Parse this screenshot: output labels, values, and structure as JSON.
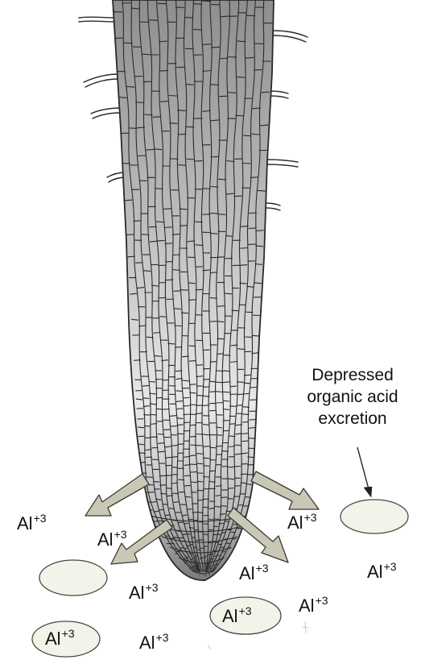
{
  "annotation": {
    "lines": [
      "Depressed",
      "organic acid",
      "excretion"
    ]
  },
  "ion": {
    "symbol": "Al",
    "charge": "+3"
  },
  "ions_free": [
    {
      "id": "ion-1"
    },
    {
      "id": "ion-2"
    },
    {
      "id": "ion-3"
    },
    {
      "id": "ion-4"
    },
    {
      "id": "ion-5"
    },
    {
      "id": "ion-6"
    },
    {
      "id": "ion-7"
    },
    {
      "id": "ion-8"
    }
  ],
  "ions_circled": [
    {
      "id": "ion-9"
    },
    {
      "id": "ion-10"
    }
  ],
  "colors": {
    "outline": "#2a2a2a",
    "root_top": "#8e8e8e",
    "root_bottom": "#f4f4f4",
    "arrow_fill": "#c9c7b6",
    "ellipse_fill": "#f3f3e9",
    "ellipse_stroke": "#4a4a40"
  }
}
